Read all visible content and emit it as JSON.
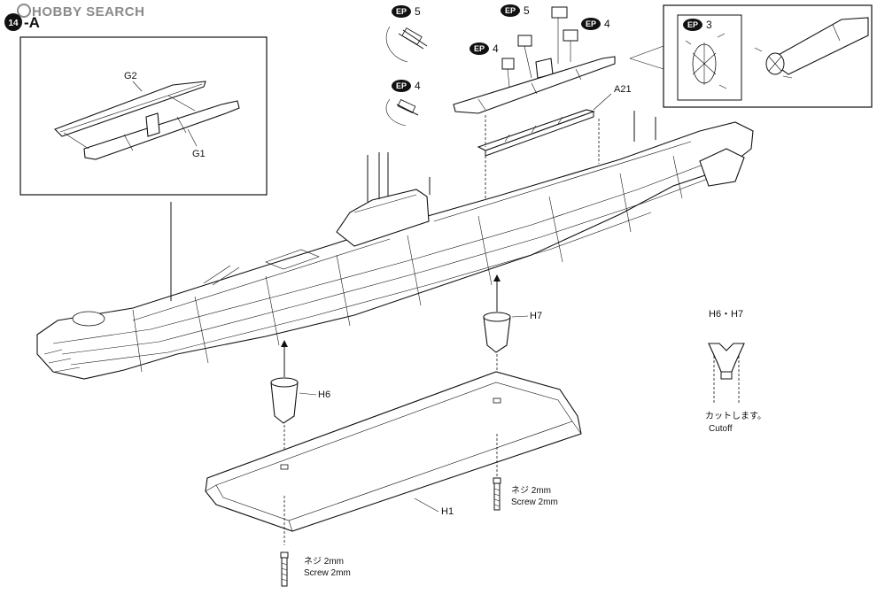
{
  "watermark": {
    "brand": "HOBBY SEARCH"
  },
  "step": {
    "number": "14",
    "suffix": "-A"
  },
  "ep_badges": [
    {
      "label": "EP",
      "number": "5"
    },
    {
      "label": "EP",
      "number": "4"
    },
    {
      "label": "EP",
      "number": "5"
    },
    {
      "label": "EP",
      "number": "4"
    },
    {
      "label": "EP",
      "number": "4"
    },
    {
      "label": "EP",
      "number": "3"
    }
  ],
  "parts": {
    "g2": "G2",
    "g1": "G1",
    "a21": "A21",
    "h7": "H7",
    "h6": "H6",
    "h1": "H1"
  },
  "cutoff_note": {
    "title": "H6・H7",
    "jp": "カットします。",
    "en": "Cutoff"
  },
  "screws": [
    {
      "jp": "ネジ 2mm",
      "en": "Screw 2mm"
    },
    {
      "jp": "ネジ 2mm",
      "en": "Screw 2mm"
    }
  ]
}
